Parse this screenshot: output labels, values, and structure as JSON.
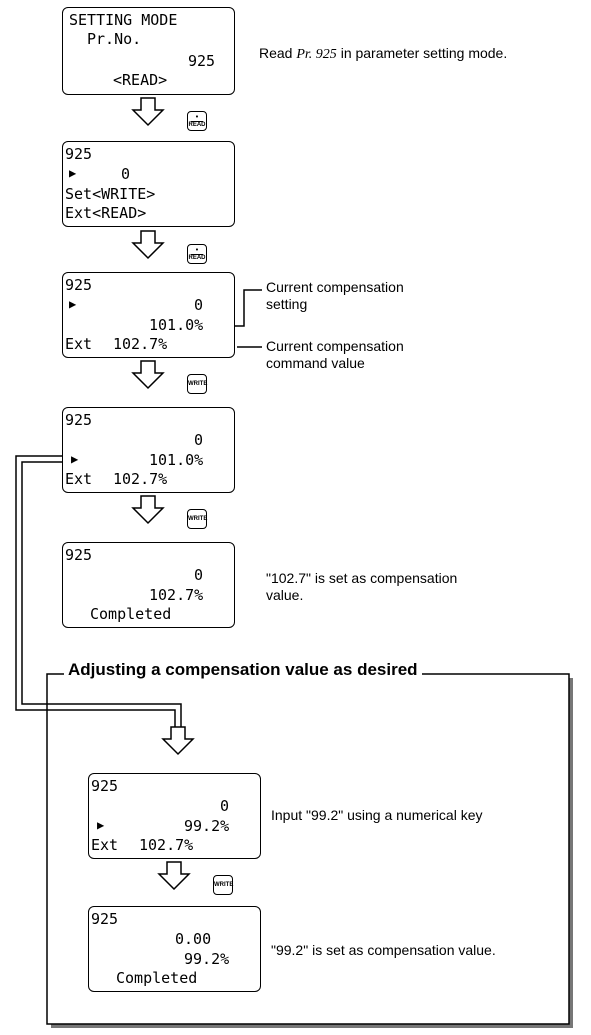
{
  "screens": [
    {
      "lines": [
        "SETTING MODE",
        "Pr.No.",
        "925",
        "<READ>"
      ]
    },
    {
      "lines": [
        "925",
        "0",
        "Set<WRITE>",
        "Ext<READ>"
      ],
      "cursor": "▶"
    },
    {
      "lines": [
        "925",
        "0",
        "101.0%",
        "Ext",
        "102.7%"
      ],
      "cursor": "▶"
    },
    {
      "lines": [
        "925",
        "0",
        "101.0%",
        "Ext",
        "102.7%"
      ],
      "cursor": "▶"
    },
    {
      "lines": [
        "925",
        "0",
        "102.7%",
        "Completed"
      ]
    },
    {
      "lines": [
        "925",
        "0",
        "99.2%",
        "Ext",
        "102.7%"
      ],
      "cursor": "▶"
    },
    {
      "lines": [
        "925",
        "0.00",
        "99.2%",
        "Completed"
      ]
    }
  ],
  "keys": {
    "read_dot": "•",
    "read_label": "READ",
    "write_label": "WRITE"
  },
  "captions": {
    "step1_prefix": "Read ",
    "step1_param": "Pr. 925",
    "step1_suffix": " in parameter setting mode.",
    "comp_setting_line1": "Current compensation",
    "comp_setting_line2": "setting",
    "comp_command_line1": "Current compensation",
    "comp_command_line2": "command value",
    "set_result_line1": "\"102.7\" is set as compensation",
    "set_result_line2": "value.",
    "input_text": "Input \"99.2\" using a numerical key",
    "final_text": "\"99.2\" is set as compensation value."
  },
  "section": {
    "title": "Adjusting a compensation value as desired"
  },
  "colors": {
    "line": "#000000",
    "shadow": "#666666"
  }
}
